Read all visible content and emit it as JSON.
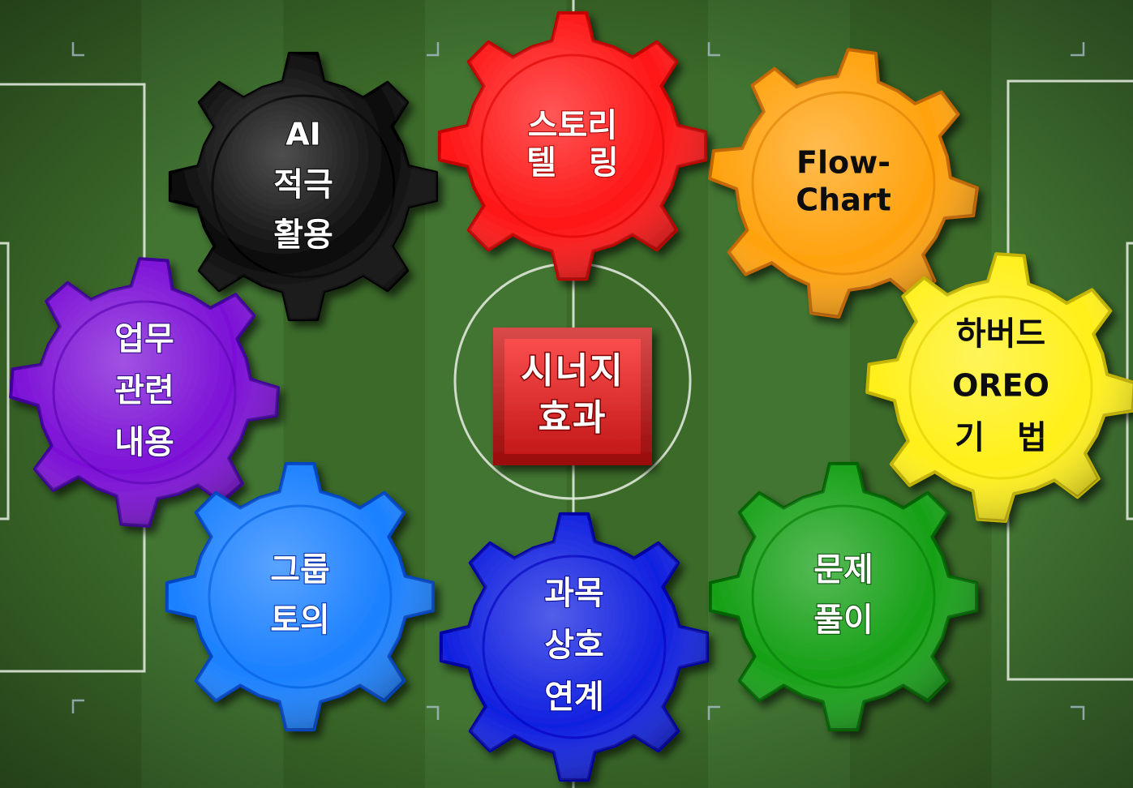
{
  "center": {
    "lines": [
      "시너지",
      "효과"
    ],
    "color": "#ff1a1a"
  },
  "gears": [
    {
      "id": "ai",
      "lines": [
        "AI",
        "적극",
        "활용"
      ],
      "color": "#0a0a0a",
      "text_color": "#ffffff"
    },
    {
      "id": "storytelling",
      "lines": [
        "스토리",
        "텔　링"
      ],
      "color": "#ff1515",
      "text_color": "#ffffff"
    },
    {
      "id": "flowchart",
      "lines": [
        "Flow-",
        "Chart"
      ],
      "color": "#ffa20d",
      "text_color": "#111111"
    },
    {
      "id": "work-related",
      "lines": [
        "업무",
        "관련",
        "내용"
      ],
      "color": "#7c10d6",
      "text_color": "#ffffff"
    },
    {
      "id": "harvard-oreo",
      "lines": [
        "하버드",
        "OREO",
        "기　법"
      ],
      "color": "#fff01a",
      "text_color": "#111111"
    },
    {
      "id": "group-discussion",
      "lines": [
        "그룹",
        "토의"
      ],
      "color": "#1a80ff",
      "text_color": "#ffffff"
    },
    {
      "id": "subject-integration",
      "lines": [
        "과목",
        "상호",
        "연계"
      ],
      "color": "#1020e0",
      "text_color": "#ffffff"
    },
    {
      "id": "problem-solving",
      "lines": [
        "문제",
        "풀이"
      ],
      "color": "#16a016",
      "text_color": "#ffffff"
    }
  ]
}
